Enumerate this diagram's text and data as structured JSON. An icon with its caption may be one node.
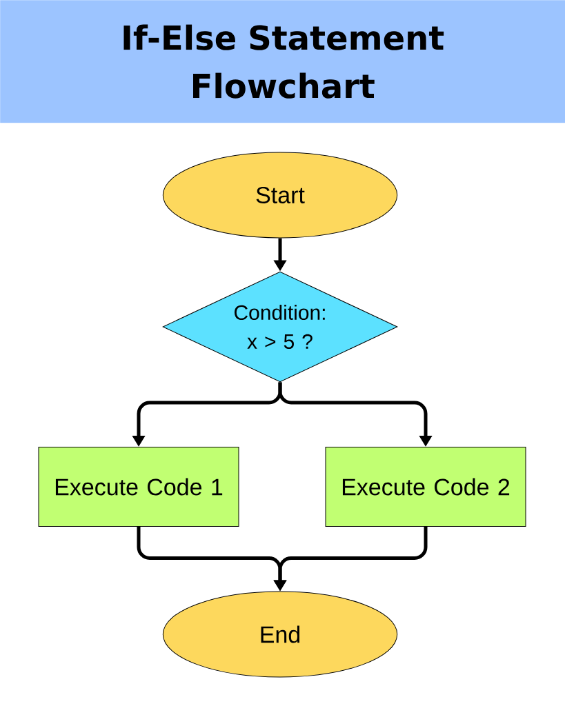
{
  "diagram": {
    "title": "If-Else Statement Flowchart",
    "nodes": [
      {
        "text": [
          "Start"
        ]
      },
      {
        "text": [
          "Condition: x > 5 ?"
        ]
      },
      {
        "text": [
          "Execute Code 1"
        ]
      },
      {
        "text": [
          "Execute Code 2"
        ]
      },
      {
        "text": [
          "End"
        ]
      }
    ],
    "edges": [
      {
        "from": 0,
        "to": 1,
        "arrow": "to"
      },
      {
        "from": 1,
        "to": 2,
        "arrow": "to"
      },
      {
        "from": 1,
        "to": 3,
        "arrow": "to"
      },
      {
        "from": 2,
        "to": 4,
        "arrow": "to"
      },
      {
        "from": 3,
        "to": 4,
        "arrow": "to"
      }
    ]
  }
}
